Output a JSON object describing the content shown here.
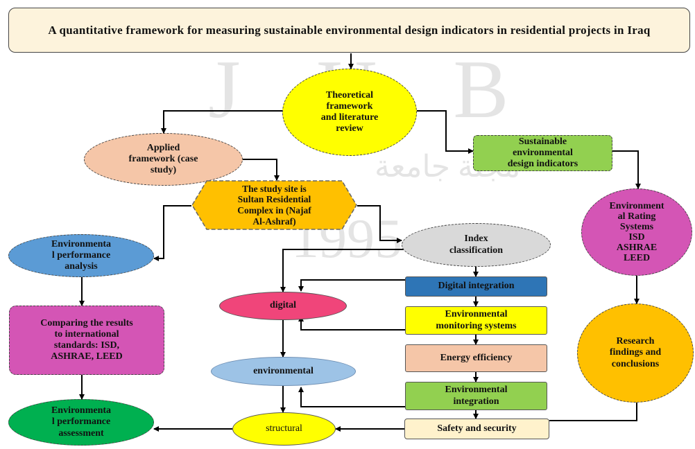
{
  "watermark": {
    "letters": "J U B",
    "year": "1995",
    "arabic": "مجلة جامعة"
  },
  "title": "A quantitative framework for measuring sustainable environmental design indicators in residential projects in Iraq",
  "nodes": {
    "theoretical": "Theoretical\nframework\nand literature\nreview",
    "applied": "Applied\nframework (case\nstudy)",
    "sustainable": "Sustainable\nenvironmental\ndesign indicators",
    "study_site": "The study site is\nSultan Residential\nComplex in (Najaf\nAl-Ashraf)",
    "env_perf_analysis": "Environmenta\nl performance\nanalysis",
    "index": "Index\nclassification",
    "rating": "Environment\nal Rating\nSystems\nISD\nASHRAE\nLEED",
    "digital_integration": "Digital integration",
    "digital": "digital",
    "monitoring": "Environmental\nmonitoring systems",
    "comparing": "Comparing the results\nto international\nstandards: ISD,\nASHRAE, LEED",
    "research": "Research\nfindings and\nconclusions",
    "energy": "Energy efficiency",
    "environmental": "environmental",
    "env_integration": "Environmental\nintegration",
    "assessment": "Environmenta\nl performance\nassessment",
    "structural": "structural",
    "safety": "Safety and security"
  },
  "colors": {
    "title_fill": "#fdf3dc",
    "yellow": "#ffff00",
    "peach": "#f5c6a8",
    "green": "#92d050",
    "orange": "#ffc000",
    "blue": "#5b9bd5",
    "gray": "#d9d9d9",
    "magenta": "#d455b5",
    "dark_blue": "#2e75b6",
    "pink_red": "#f0457a",
    "light_blue": "#9dc3e6",
    "dark_green": "#00b050",
    "light_yellow": "#fff2cc",
    "connector": "#000000"
  }
}
